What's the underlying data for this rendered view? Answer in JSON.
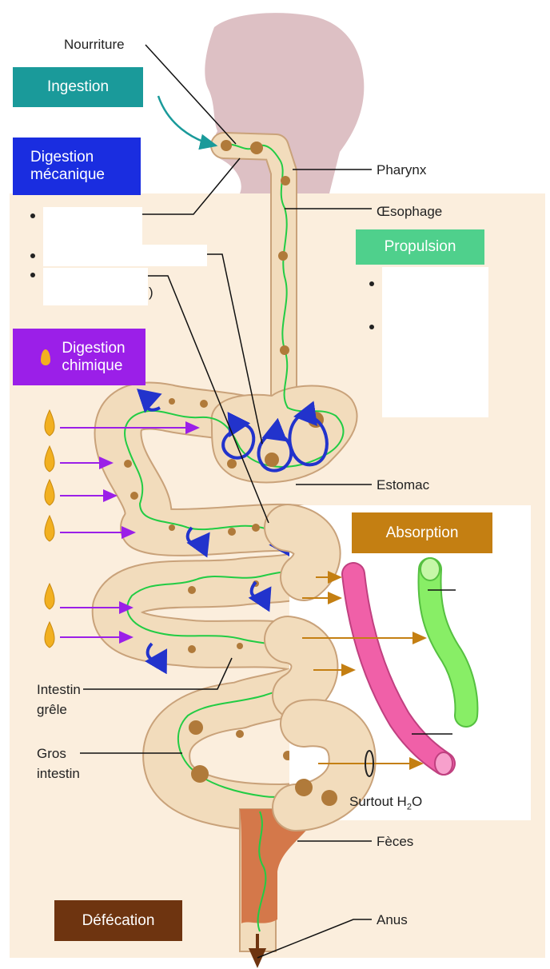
{
  "labels": {
    "nourriture": "Nourriture",
    "pharynx": "Pharynx",
    "oesophage": "Œsophage",
    "estomac": "Estomac",
    "intestin_grele": [
      "Intestin",
      "grêle"
    ],
    "gros_intestin": [
      "Gros",
      "intestin"
    ],
    "surtout_h2o": {
      "text": "Surtout H",
      "sub": "2",
      "suffix": "O"
    },
    "feces": "Fèces",
    "anus": "Anus",
    "partial_paren": ")"
  },
  "process_boxes": {
    "ingestion": {
      "text": "Ingestion",
      "color": "#1a9a9a"
    },
    "digestion_mecanique": {
      "lines": [
        "Digestion",
        "mécanique"
      ],
      "color": "#1a2de0"
    },
    "digestion_chimique": {
      "lines": [
        "Digestion",
        "chimique"
      ],
      "color": "#9b1fe8"
    },
    "propulsion": {
      "text": "Propulsion",
      "color": "#4fd08c"
    },
    "absorption": {
      "text": "Absorption",
      "color": "#c47f12"
    },
    "defecation": {
      "text": "Défécation",
      "color": "#6e3410"
    }
  },
  "colors": {
    "head": "#ddc0c4",
    "body_bg": "#fbeedd",
    "tract": "#f2dcbc",
    "tract_outline": "#c9a27a",
    "food": "#b07a3a",
    "mucosa": "#22cc44",
    "mixing": "#2233cc",
    "enzyme": "#f2b020",
    "enzyme_arrow": "#9b1fe8",
    "absorb_arrow": "#c47f12",
    "blood": "#f060a8",
    "lymph": "#88ee66",
    "feces": "#d4784a"
  }
}
